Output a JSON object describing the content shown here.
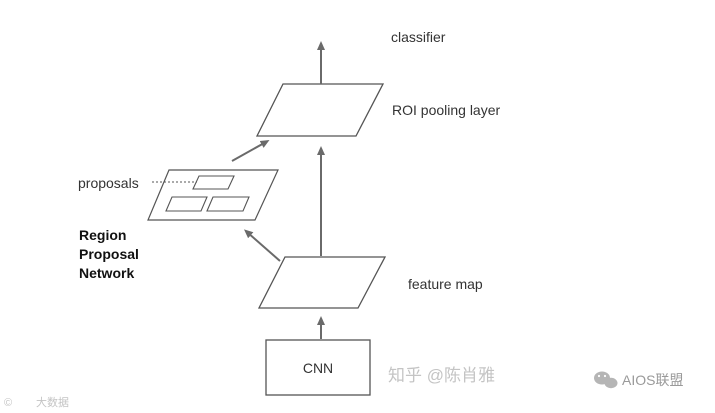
{
  "labels": {
    "classifier": "classifier",
    "roi_pooling": "ROI pooling layer",
    "proposals": "proposals",
    "rpn_line1": "Region",
    "rpn_line2": "Proposal",
    "rpn_line3": "Network",
    "feature_map": "feature map",
    "cnn": "CNN"
  },
  "watermarks": {
    "zhihu": "知乎 @陈肖雅",
    "wechat": "AIOS联盟",
    "bottom_left": "大数据"
  },
  "colors": {
    "stroke": "#555555",
    "arrow": "#6a6a6a",
    "text": "#333333",
    "watermark": "#c4c4c4"
  }
}
